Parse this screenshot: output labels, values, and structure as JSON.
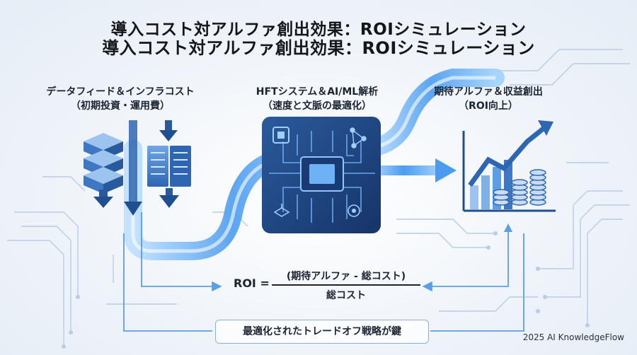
{
  "title": {
    "line1": "導入コスト対アルファ創出効果：ROIシミュレーション",
    "line2": "導入コスト対アルファ創出効果：ROIシミュレーション"
  },
  "stages": {
    "left": {
      "line1": "データフィード＆インフラコスト",
      "line2": "（初期投資・運用費）"
    },
    "center": {
      "line1": "HFTシステム＆AI/ML解析",
      "line2": "（速度と文脈の最適化）"
    },
    "right": {
      "line1": "期待アルファ＆収益創出",
      "line2": "（ROI向上）"
    }
  },
  "formula": {
    "lhs": "ROI =",
    "numerator": "(期待アルファ - 総コスト)",
    "denominator": "総コスト"
  },
  "key_message": "最適化されたトレードオフ戦略が鍵",
  "credit": "2025 AI KnowledgeFlow",
  "colors": {
    "flow": "#3f8fe0",
    "dark_blue": "#1f4f8f",
    "chip_bg": "#1d3f7a"
  },
  "icons": [
    "database-icon",
    "server-icon",
    "cpu-chip-icon",
    "neural-network-icon",
    "growth-chart-icon",
    "coin-stack-icon"
  ]
}
